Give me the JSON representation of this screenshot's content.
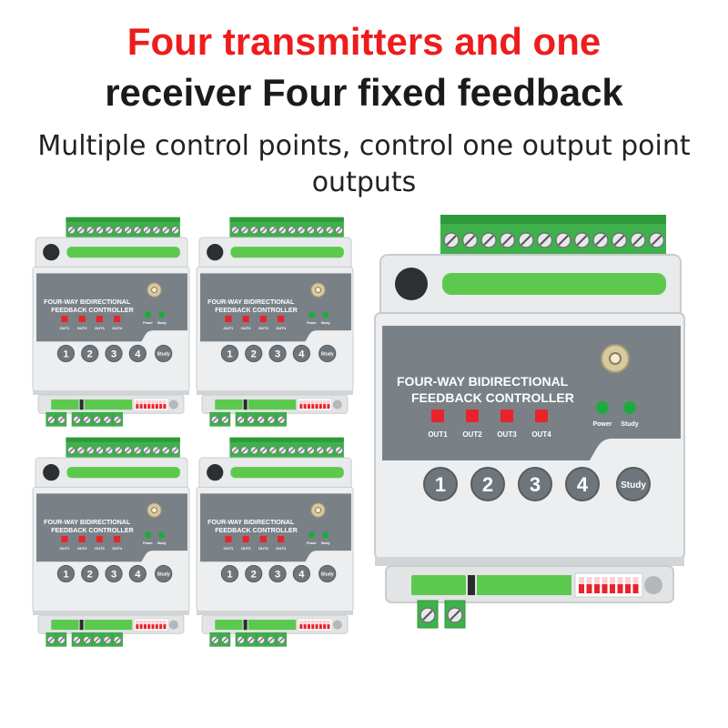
{
  "headline": {
    "line1": "Four transmitters and one",
    "line2": "receiver Four fixed feedback"
  },
  "subheadline": {
    "line1": "Multiple control points, control one output point",
    "line2": "outputs"
  },
  "controller": {
    "title_line1": "FOUR-WAY BIDIRECTIONAL",
    "title_line2": "FEEDBACK CONTROLLER",
    "outputs": [
      "OUT1",
      "OUT2",
      "OUT3",
      "OUT4"
    ],
    "indicators": [
      "Power",
      "Study"
    ],
    "buttons": [
      "1",
      "2",
      "3",
      "4"
    ],
    "study_button": "Study",
    "colors": {
      "body": "#e4e6e8",
      "panel": "#7a8186",
      "terminal": "#3fb14a",
      "rail": "#5cc94e",
      "out_led": "#e8232b",
      "status_led": "#1faa3c",
      "dip": "#e8232b"
    }
  }
}
